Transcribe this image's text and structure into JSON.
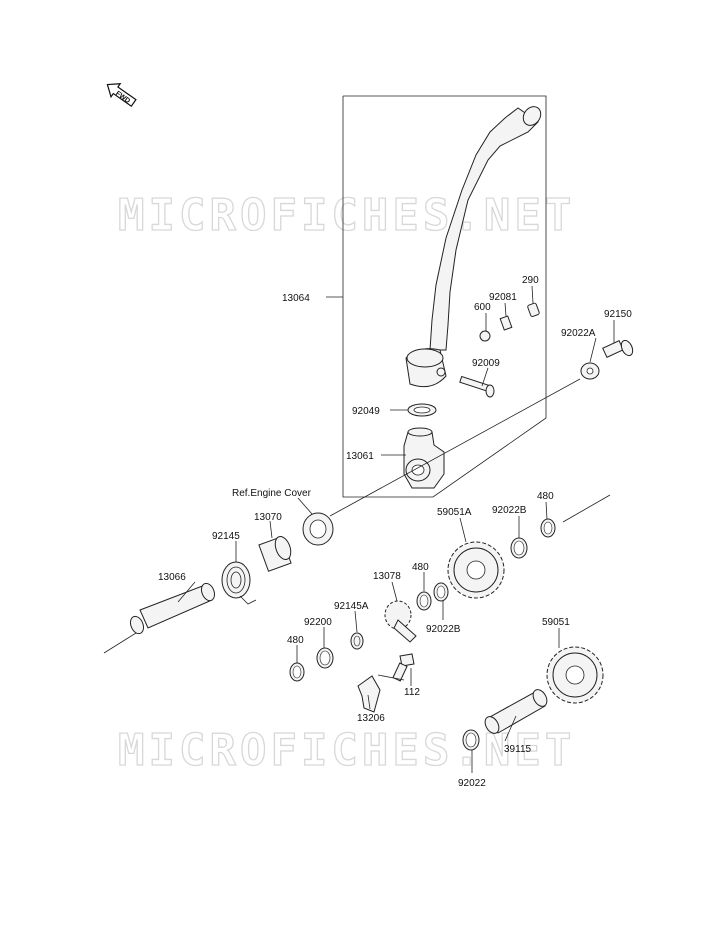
{
  "watermark": "MICROFICHES.NET",
  "direction_badge": "FWD",
  "labels": {
    "p13064": "13064",
    "p290": "290",
    "p92081": "92081",
    "p600": "600",
    "p92150": "92150",
    "p92022A": "92022A",
    "p92009": "92009",
    "p92049": "92049",
    "p13061": "13061",
    "ref_engine_cover": "Ref.Engine Cover",
    "p13070": "13070",
    "p92145": "92145",
    "p13066": "13066",
    "p59051A": "59051A",
    "p92022B_top": "92022B",
    "p480_top": "480",
    "p13078": "13078",
    "p480_mid": "480",
    "p92022B_mid": "92022B",
    "p92145A": "92145A",
    "p92200": "92200",
    "p480_left": "480",
    "p59051": "59051",
    "p112": "112",
    "p13206": "13206",
    "p39115": "39115",
    "p92022": "92022"
  }
}
